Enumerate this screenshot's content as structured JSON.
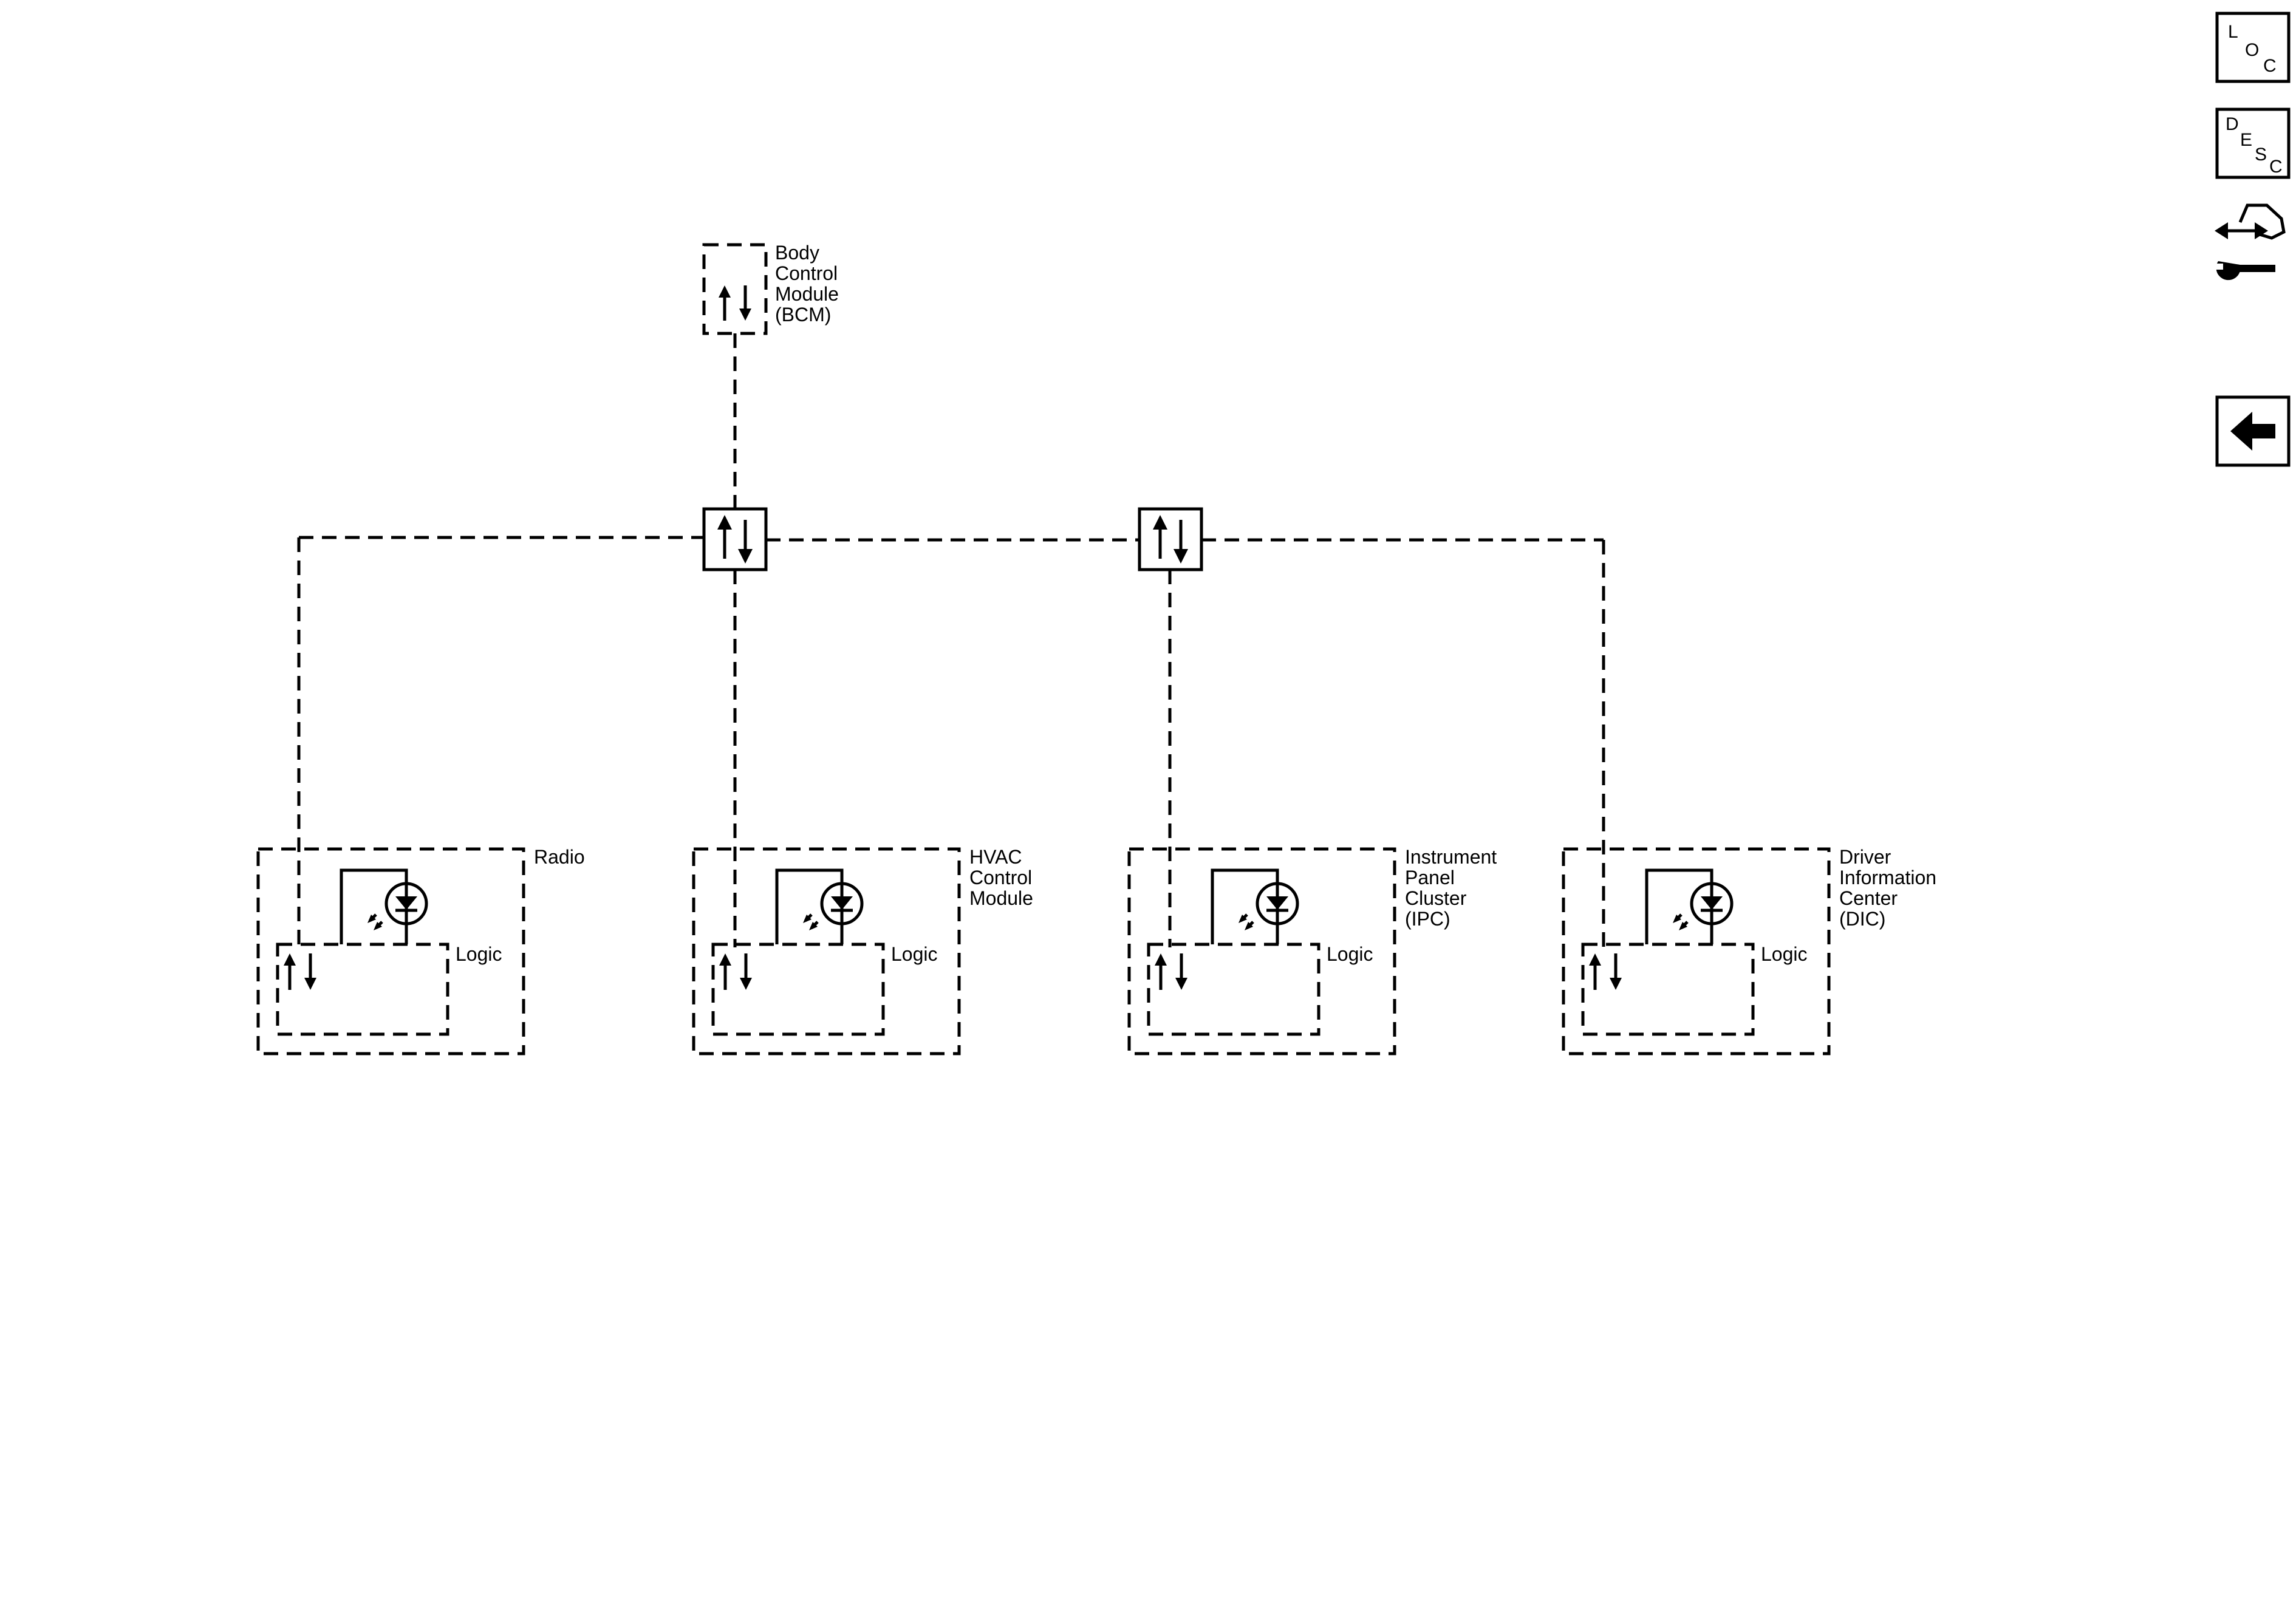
{
  "bcm": {
    "lines": [
      "Body",
      "Control",
      "Module",
      "(BCM)"
    ]
  },
  "modules": [
    {
      "id": "radio",
      "lines": [
        "Radio"
      ],
      "logic": "Logic"
    },
    {
      "id": "hvac",
      "lines": [
        "HVAC",
        "Control",
        "Module"
      ],
      "logic": "Logic"
    },
    {
      "id": "ipc",
      "lines": [
        "Instrument",
        "Panel",
        "Cluster",
        "(IPC)"
      ],
      "logic": "Logic"
    },
    {
      "id": "dic",
      "lines": [
        "Driver",
        "Information",
        "Center",
        "(DIC)"
      ],
      "logic": "Logic"
    }
  ],
  "nav": {
    "loc": {
      "letters": [
        "L",
        "O",
        "C"
      ]
    },
    "desc": {
      "letters": [
        "D",
        "E",
        "S",
        "C"
      ]
    },
    "service_icon": "connector-wrench-icon",
    "back_icon": "back-arrow-icon"
  }
}
